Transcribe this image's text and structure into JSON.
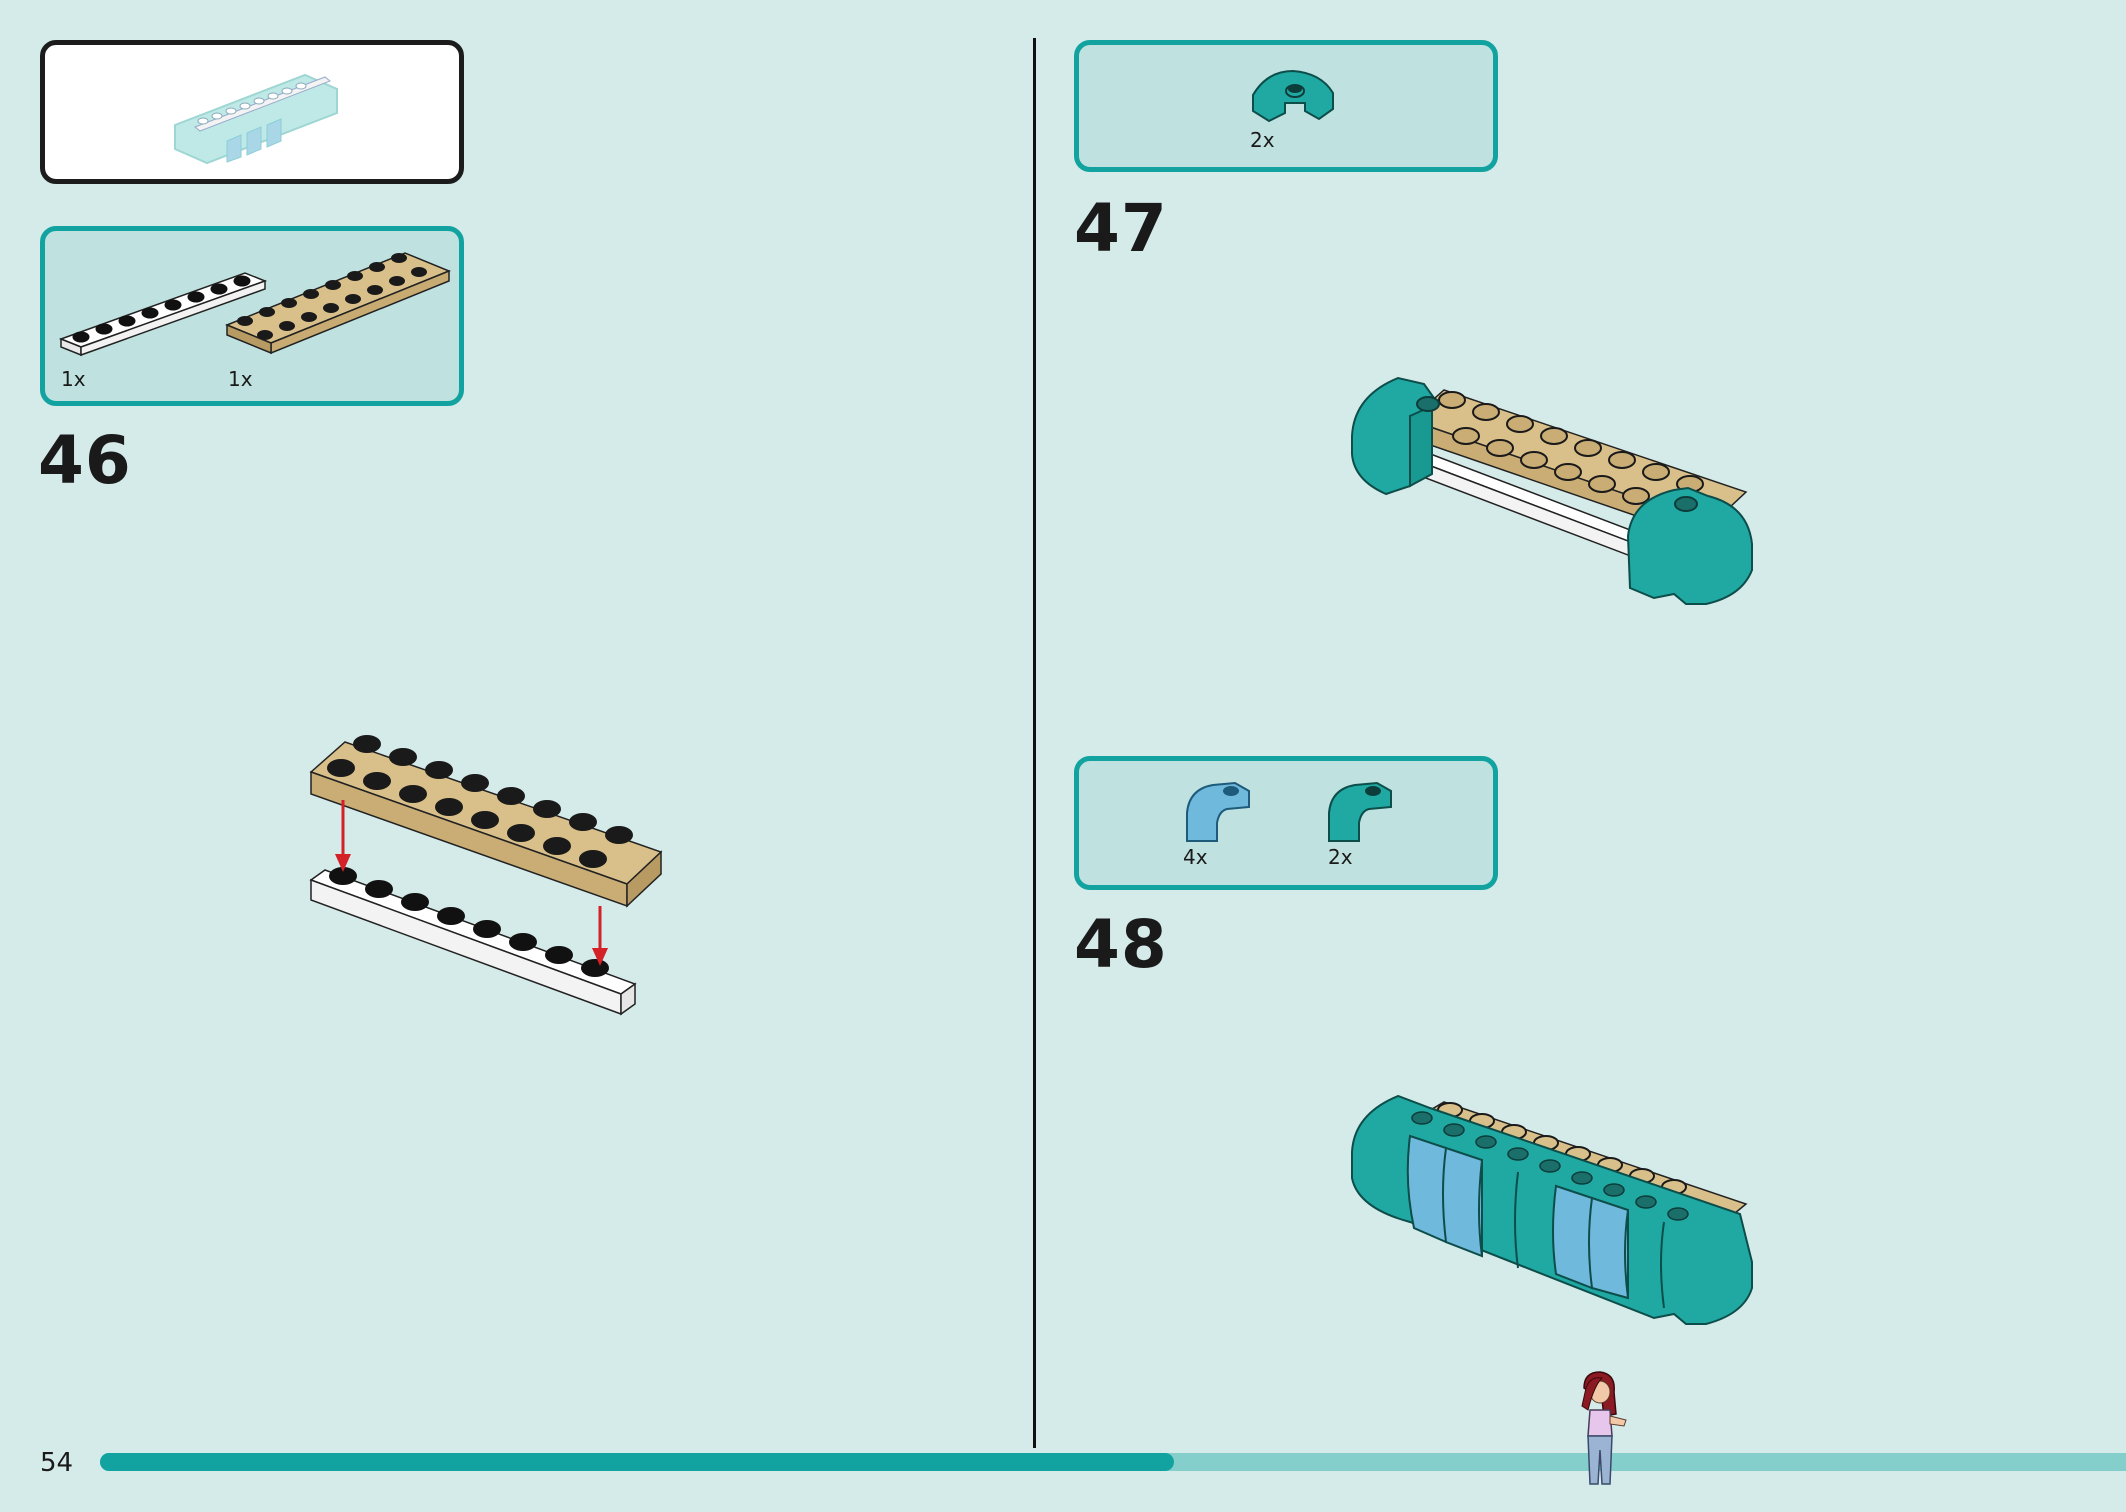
{
  "page": {
    "number": "54"
  },
  "progress": {
    "fraction": 0.53
  },
  "colors": {
    "background": "#d5ebe9",
    "accent": "#12a3a0",
    "tan": "#d9c08a",
    "teal_brick": "#1fa9a2",
    "light_blue_brick": "#6fb9dc",
    "arrow": "#d42027"
  },
  "steps": [
    {
      "number": "46",
      "parts": [
        {
          "qty": "1x",
          "icon": "white-plate-1x8-icon"
        },
        {
          "qty": "1x",
          "icon": "tan-plate-2x8-icon"
        }
      ]
    },
    {
      "number": "47",
      "parts": [
        {
          "qty": "2x",
          "icon": "teal-curved-brick-icon"
        }
      ]
    },
    {
      "number": "48",
      "parts": [
        {
          "qty": "4x",
          "icon": "light-blue-curved-slope-icon"
        },
        {
          "qty": "2x",
          "icon": "teal-curved-slope-icon"
        }
      ]
    }
  ],
  "submodel": {
    "icon": "submodel-preview-icon"
  },
  "figure": {
    "icon": "minifigure-icon"
  }
}
